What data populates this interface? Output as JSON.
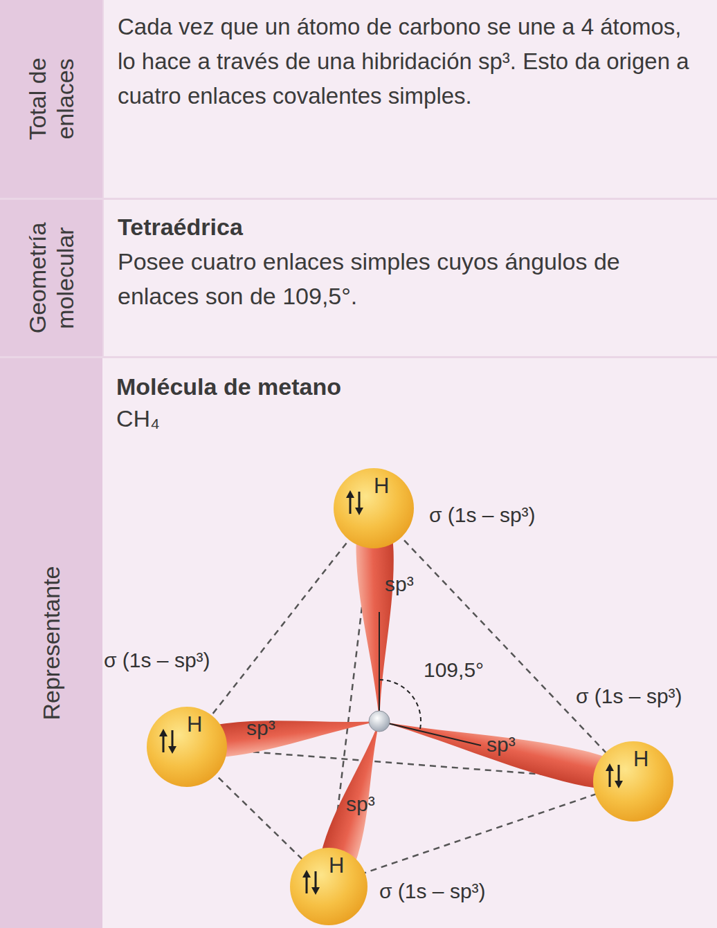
{
  "diagram": {
    "nodes": [
      {
        "text": [
          "Total de enlaces"
        ]
      },
      {
        "text": [
          "Cada vez que un átomo de carbono se une a 4 átomos, lo hace a través de una hibridación sp³. Esto da origen a cuatro enlaces covalentes simples."
        ]
      },
      {
        "text": [
          "Geometría molecular"
        ]
      },
      {
        "text": [
          "Tetraédrica",
          "Posee cuatro enlaces simples cuyos ángulos de enlaces son de 109,5°."
        ]
      },
      {
        "text": [
          "Representante"
        ]
      },
      {
        "text": [
          "Molécula de metano",
          "CH₄"
        ]
      },
      {
        "text": [
          "H"
        ],
        "in": 5
      },
      {
        "text": [
          "H"
        ],
        "in": 5
      },
      {
        "text": [
          "H"
        ],
        "in": 5
      },
      {
        "text": [
          "H"
        ],
        "in": 5
      }
    ],
    "labels": [
      "σ (1s – sp³)",
      "sp³",
      "109,5°",
      "σ (1s – sp³)",
      "sp³",
      "sp³",
      "σ (1s – sp³)",
      "sp³",
      "σ (1s – sp³)"
    ]
  }
}
